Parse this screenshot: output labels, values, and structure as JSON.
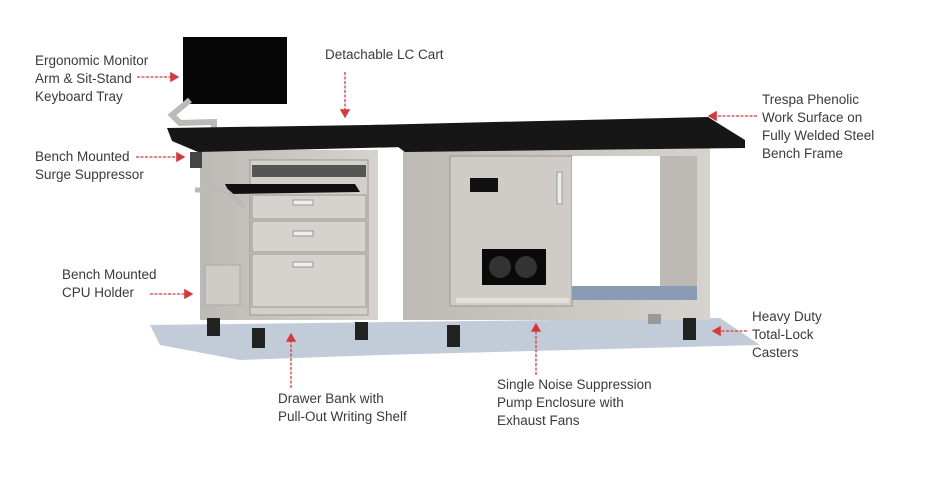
{
  "colors": {
    "arrow": "#d9383a",
    "text": "#3a3a3a",
    "worktop": "#161616",
    "steel": "#c9c6c1",
    "shadow": "#8fa0b8"
  },
  "callouts": {
    "monitor_arm": "Ergonomic Monitor\nArm & Sit-Stand\nKeyboard Tray",
    "lc_cart": "Detachable LC Cart",
    "surge": "Bench Mounted\nSurge Suppressor",
    "cpu_holder": "Bench Mounted\nCPU Holder",
    "work_surface": "Trespa Phenolic\nWork Surface on\nFully Welded Steel\nBench Frame",
    "casters": "Heavy Duty\nTotal-Lock\nCasters",
    "pump_enclosure": "Single Noise Suppression\nPump Enclosure with\nExhaust Fans",
    "drawer_bank": "Drawer Bank with\nPull-Out Writing Shelf"
  }
}
